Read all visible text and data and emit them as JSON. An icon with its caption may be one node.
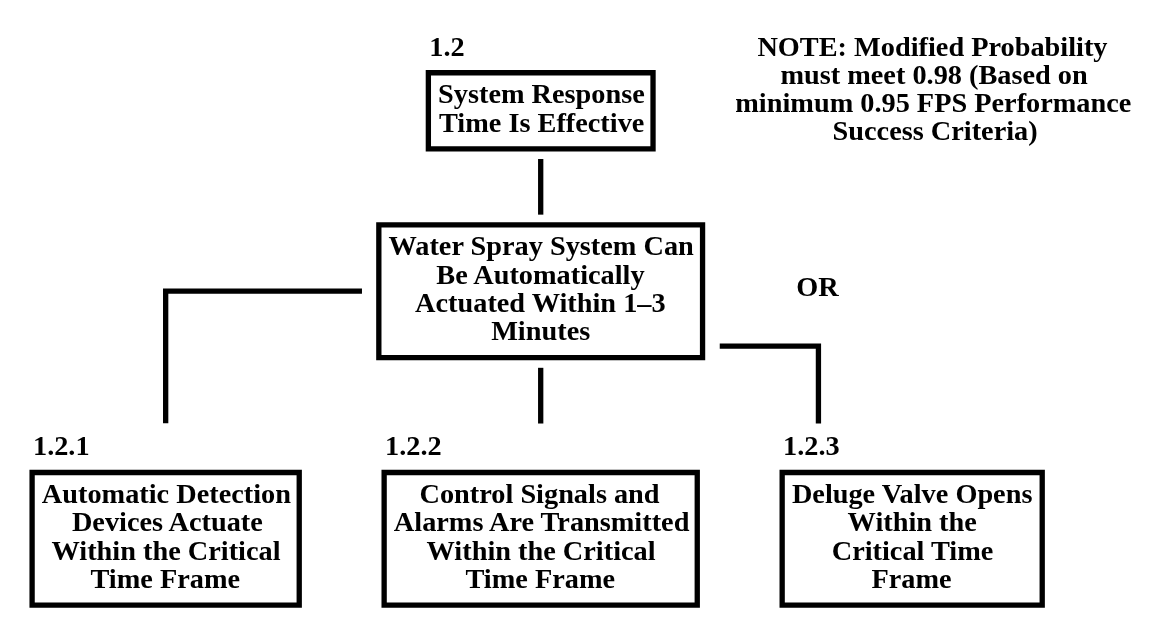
{
  "diagram": {
    "nodes": [
      {
        "text": [
          "1.2",
          "System Response Time Is Effective"
        ]
      },
      {
        "text": [
          "Water Spray System Can Be Automatically Actuated Within 1–3 Minutes"
        ]
      },
      {
        "text": [
          "1.2.1",
          "Automatic Detection Devices Actuate Within the Critical Time Frame"
        ]
      },
      {
        "text": [
          "1.2.2",
          "Control Signals and Alarms Are Transmitted Within the Critical Time Frame"
        ]
      },
      {
        "text": [
          "1.2.3",
          "Deluge Valve Opens Within the Critical Time Frame"
        ]
      }
    ],
    "edges": [
      {
        "from": 0,
        "to": 1,
        "arrow": "none"
      },
      {
        "from": 1,
        "to": 2,
        "arrow": "none"
      },
      {
        "from": 1,
        "to": 3,
        "arrow": "none"
      },
      {
        "from": 1,
        "to": 4,
        "arrow": "none"
      }
    ],
    "labels": [
      "NOTE: Modified Probability must meet 0.98 (Based on minimum 0.95 FPS Performance Success Criteria)",
      "OR"
    ]
  }
}
